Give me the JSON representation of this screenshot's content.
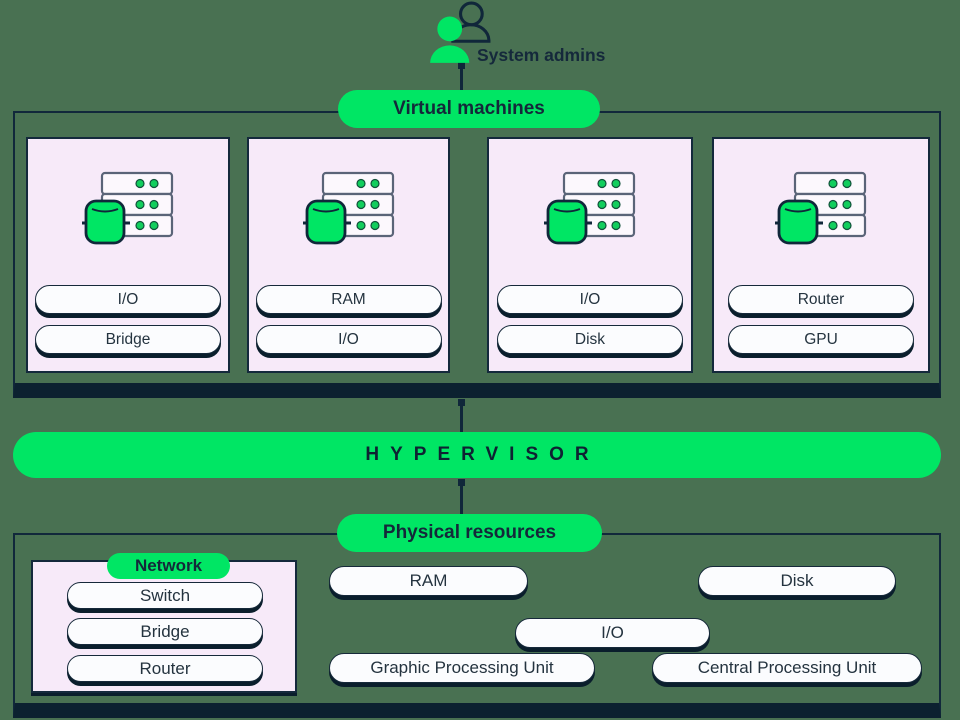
{
  "colors": {
    "background": "#497152",
    "accent_green": "#00E664",
    "navy": "#10273A",
    "navy_bar": "#0C2130",
    "card_lavender": "#F7EAF9",
    "pill_white": "#FBFCFE",
    "text_navy": "#1C2F41"
  },
  "admins": {
    "label": "System admins"
  },
  "vm": {
    "title": "Virtual machines",
    "machines": [
      {
        "pills": [
          "I/O",
          "Bridge"
        ]
      },
      {
        "pills": [
          "RAM",
          "I/O"
        ]
      },
      {
        "pills": [
          "I/O",
          "Disk"
        ]
      },
      {
        "pills": [
          "Router",
          "GPU"
        ]
      }
    ]
  },
  "hypervisor": {
    "label": "HYPERVISOR"
  },
  "physical": {
    "title": "Physical resources",
    "network": {
      "title": "Network",
      "items": [
        "Switch",
        "Bridge",
        "Router"
      ]
    },
    "resources": {
      "ram": "RAM",
      "disk": "Disk",
      "io": "I/O",
      "gpu": "Graphic Processing Unit",
      "cpu": "Central Processing Unit"
    }
  }
}
